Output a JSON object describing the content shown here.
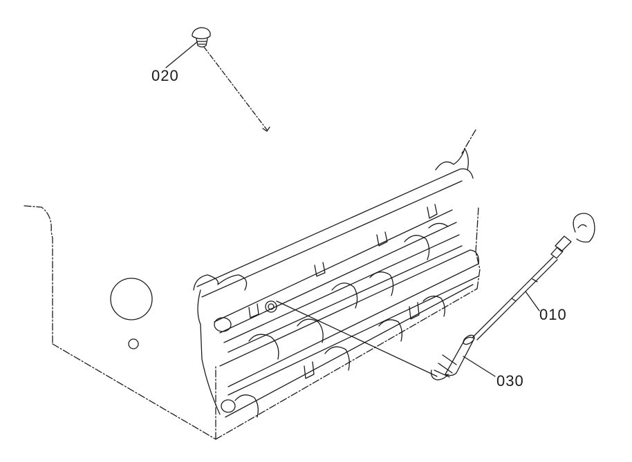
{
  "diagram": {
    "parts": [
      {
        "id": "part-010",
        "number": "010",
        "name": "oil-dipstick"
      },
      {
        "id": "part-020",
        "number": "020",
        "name": "plug"
      },
      {
        "id": "part-030",
        "number": "030",
        "name": "dipstick-guide-tube"
      }
    ],
    "line_color": "#1a1a1a",
    "background": "#ffffff"
  }
}
